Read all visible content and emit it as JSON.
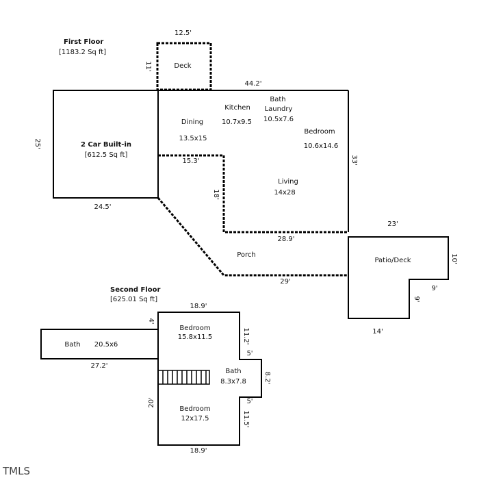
{
  "first_floor": {
    "title": "First Floor",
    "area": "[1183.2 Sq ft]",
    "deck": {
      "label": "Deck",
      "width": "12.5'",
      "depth": "11'"
    },
    "top_width": "44.2'",
    "right_depth": "33'",
    "garage": {
      "label": "2 Car Built-in",
      "area": "[612.5 Sq ft]",
      "depth": "25'",
      "width": "24.5'"
    },
    "dining": {
      "label": "Dining",
      "size": "13.5x15"
    },
    "kitchen": {
      "label": "Kitchen",
      "size": "10.7x9.5"
    },
    "bath_laundry": {
      "label1": "Bath",
      "label2": "Laundry",
      "size": "10.5x7.6"
    },
    "bedroom": {
      "label": "Bedroom",
      "size": "10.6x14.6"
    },
    "living": {
      "label": "Living",
      "size": "14x28"
    },
    "dim_15_3": "15.3'",
    "dim_18": "18'",
    "dim_28_9": "28.9'",
    "porch": {
      "label": "Porch",
      "width": "29'"
    },
    "patio": {
      "label": "Patio/Deck",
      "top": "23'",
      "right": "10'",
      "step_w": "9'",
      "step_h": "9'",
      "bottom": "14'"
    }
  },
  "second_floor": {
    "title": "Second Floor",
    "area": "[625.01 Sq ft]",
    "top_width": "18.9'",
    "dim_4": "4'",
    "bath_left": {
      "label": "Bath",
      "size": "20.5x6",
      "width": "27.2'"
    },
    "bedroom_top": {
      "label": "Bedroom",
      "size": "15.8x11.5",
      "dim": "11.2'"
    },
    "bath_mid": {
      "label": "Bath",
      "size": "8.3x7.8"
    },
    "dim_5a": "5'",
    "dim_8_2": "8.2'",
    "dim_5b": "5'",
    "dim_20": "20'",
    "bedroom_bottom": {
      "label": "Bedroom",
      "size": "12x17.5",
      "dim": "11.5'"
    },
    "bottom_width": "18.9'"
  },
  "logo": "TMLS"
}
